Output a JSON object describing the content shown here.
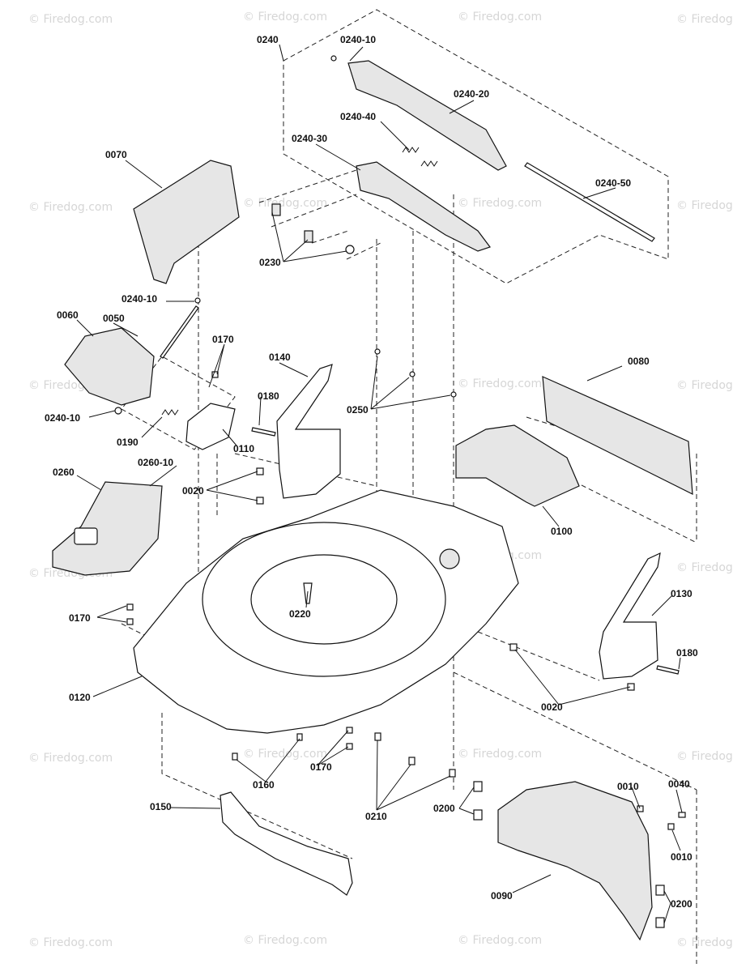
{
  "watermark": "© Firedog.com",
  "labels": {
    "l0240": "0240",
    "l0240_10_top": "0240-10",
    "l0240_20": "0240-20",
    "l0240_40": "0240-40",
    "l0240_30": "0240-30",
    "l0240_50": "0240-50",
    "l0070": "0070",
    "l0230": "0230",
    "l0240_10_mid": "0240-10",
    "l0060": "0060",
    "l0050": "0050",
    "l0170_top": "0170",
    "l0140": "0140",
    "l0180_mid": "0180",
    "l0080": "0080",
    "l0250": "0250",
    "l0240_10_low": "0240-10",
    "l0190": "0190",
    "l0110": "0110",
    "l0260": "0260",
    "l0260_10": "0260-10",
    "l0020_left": "0020",
    "l0100": "0100",
    "l0130": "0130",
    "l0170_left": "0170",
    "l0220": "0220",
    "l0180_right": "0180",
    "l0120": "0120",
    "l0020_right": "0020",
    "l0160": "0160",
    "l0170_low": "0170",
    "l0010_top": "0010",
    "l0040": "0040",
    "l0150": "0150",
    "l0200_left": "0200",
    "l0210": "0210",
    "l0010_low": "0010",
    "l0090": "0090",
    "l0200_low": "0200"
  }
}
